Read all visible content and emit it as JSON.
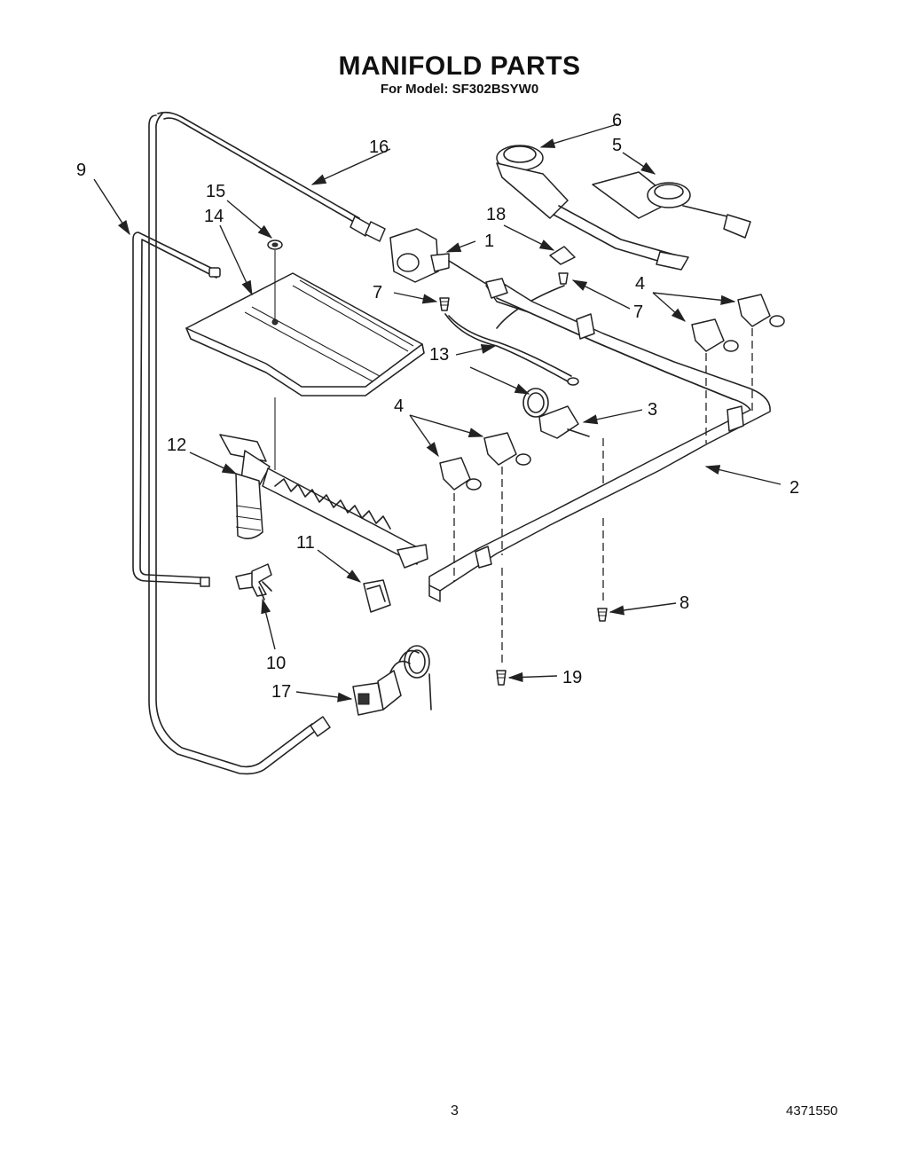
{
  "header": {
    "title": "MANIFOLD PARTS",
    "subtitle": "For Model: SF302BSYW0"
  },
  "footer": {
    "page_number": "3",
    "doc_code": "4371550"
  },
  "callouts": [
    {
      "id": "c1",
      "label": "1"
    },
    {
      "id": "c2",
      "label": "2"
    },
    {
      "id": "c3",
      "label": "3"
    },
    {
      "id": "c4a",
      "label": "4"
    },
    {
      "id": "c4b",
      "label": "4"
    },
    {
      "id": "c5",
      "label": "5"
    },
    {
      "id": "c6",
      "label": "6"
    },
    {
      "id": "c7a",
      "label": "7"
    },
    {
      "id": "c7b",
      "label": "7"
    },
    {
      "id": "c8",
      "label": "8"
    },
    {
      "id": "c9",
      "label": "9"
    },
    {
      "id": "c10",
      "label": "10"
    },
    {
      "id": "c11",
      "label": "11"
    },
    {
      "id": "c12",
      "label": "12"
    },
    {
      "id": "c13",
      "label": "13"
    },
    {
      "id": "c14",
      "label": "14"
    },
    {
      "id": "c15",
      "label": "15"
    },
    {
      "id": "c16",
      "label": "16"
    },
    {
      "id": "c17",
      "label": "17"
    },
    {
      "id": "c18",
      "label": "18"
    },
    {
      "id": "c19",
      "label": "19"
    }
  ]
}
